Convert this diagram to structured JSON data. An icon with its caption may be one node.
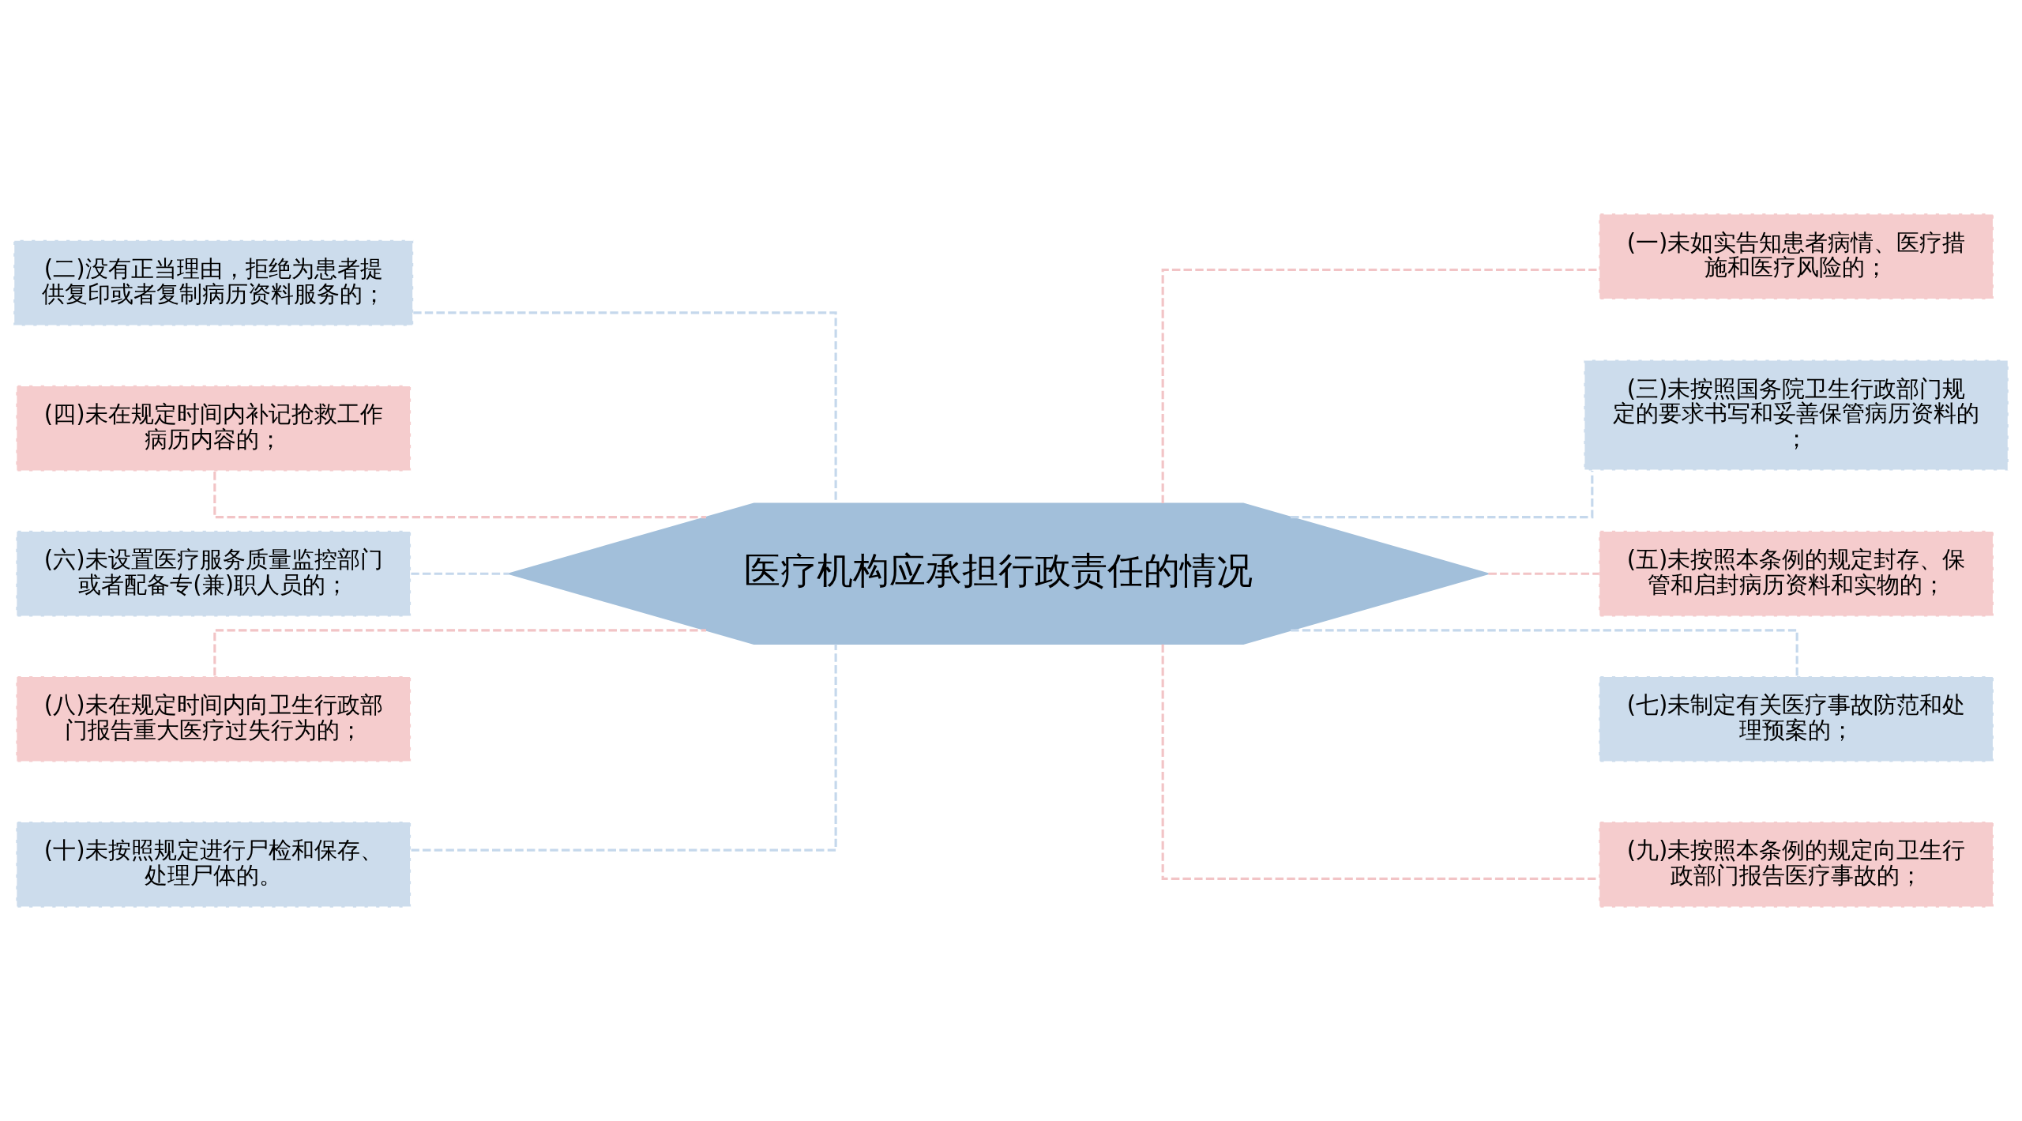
{
  "diagram": {
    "nodes": [
      {
        "text": [
          "医疗机构应承担行政责任的情况"
        ]
      },
      {
        "text": [
          "(二)没有正当理由，拒绝为患者提供复印或者复制病历资料服务的；"
        ]
      },
      {
        "text": [
          "(四)未在规定时间内补记抢救工作病历内容的；"
        ]
      },
      {
        "text": [
          "(六)未设置医疗服务质量监控部门或者配备专(兼)职人员的；"
        ]
      },
      {
        "text": [
          "(八)未在规定时间内向卫生行政部门报告重大医疗过失行为的；"
        ]
      },
      {
        "text": [
          "(十)未按照规定进行尸检和保存、处理尸体的。"
        ]
      },
      {
        "text": [
          "(一)未如实告知患者病情、医疗措施和医疗风险的；"
        ]
      },
      {
        "text": [
          "(三)未按照国务院卫生行政部门规定的要求书写和妥善保管病历资料的；"
        ]
      },
      {
        "text": [
          "(五)未按照本条例的规定封存、保管和启封病历资料和实物的；"
        ]
      },
      {
        "text": [
          "(七)未制定有关医疗事故防范和处理预案的；"
        ]
      },
      {
        "text": [
          "(九)未按照本条例的规定向卫生行政部门报告医疗事故的；"
        ]
      }
    ],
    "edges": [
      {
        "from": 0,
        "to": 1,
        "arrow": "none",
        "style": "dashed",
        "color": "#c5d8ec"
      },
      {
        "from": 0,
        "to": 2,
        "arrow": "none",
        "style": "dashed",
        "color": "#f2c4c6"
      },
      {
        "from": 0,
        "to": 3,
        "arrow": "none",
        "style": "dashed",
        "color": "#c5d8ec"
      },
      {
        "from": 0,
        "to": 4,
        "arrow": "none",
        "style": "dashed",
        "color": "#f2c4c6"
      },
      {
        "from": 0,
        "to": 5,
        "arrow": "none",
        "style": "dashed",
        "color": "#c5d8ec"
      },
      {
        "from": 0,
        "to": 6,
        "arrow": "none",
        "style": "dashed",
        "color": "#f2c4c6"
      },
      {
        "from": 0,
        "to": 7,
        "arrow": "none",
        "style": "dashed",
        "color": "#c5d8ec"
      },
      {
        "from": 0,
        "to": 8,
        "arrow": "none",
        "style": "dashed",
        "color": "#f2c4c6"
      },
      {
        "from": 0,
        "to": 9,
        "arrow": "none",
        "style": "dashed",
        "color": "#c5d8ec"
      },
      {
        "from": 0,
        "to": 10,
        "arrow": "none",
        "style": "dashed",
        "color": "#f2c4c6"
      }
    ]
  }
}
